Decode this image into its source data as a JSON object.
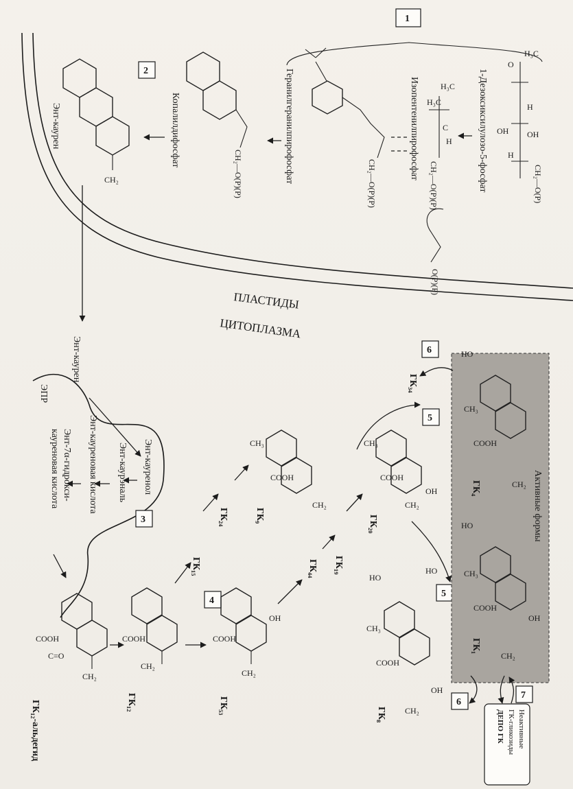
{
  "regions": {
    "plastids": "ПЛАСТИДЫ",
    "cytoplasm": "ЦИТОПЛАЗМА",
    "er": "ЭПР",
    "active_forms": "Активные формы"
  },
  "steps": [
    "1",
    "2",
    "3",
    "4",
    "5",
    "5",
    "6",
    "6",
    "7"
  ],
  "compounds": {
    "dxp": "1-Дезоксиксилулозо-5-фосфат",
    "ipp": "Изопентенилпирофосфат",
    "ggpp": "Геранилгеранилпирофосфат",
    "cpp": "Копалилдифосфат",
    "ent_kaurene_plastid": "Энт-каурен",
    "ent_kaurene_cyto": "Энт-каурен",
    "ent_kaurenol": "Энт-кауренол",
    "ent_kaurenal": "Энт-каурэналь",
    "ent_kaurenoic_acid": "Энт-кауреновая кислота",
    "hydroxy_acid_1": "Энт-7α-гидрокси-",
    "hydroxy_acid_2": "кауреновая кислота",
    "gk12_aldehyde": "ГК₁₂-альдегид",
    "gk12": "ГК₁₂",
    "gk53": "ГК₅₃",
    "gk15": "ГК₁₅",
    "gk24": "ГК₂₄",
    "gk9": "ГК₉",
    "gk44": "ГК₄₄",
    "gk19": "ГК₁₉",
    "gk20": "ГК₂₀",
    "gk4": "ГК₄",
    "gk1": "ГК₁",
    "gk34": "ГК₃₄",
    "gk8": "ГК₈"
  },
  "groups": {
    "ch2": "CH₂",
    "ch2_opp": "CH₂—O(P)(P)",
    "ch2_op": "CH₂—O(P)",
    "cooh": "COOH",
    "ch3": "CH₃",
    "oh": "OH",
    "ho": "HO",
    "h": "H",
    "c_o": "C=O",
    "h3c": "H₃C",
    "c": "C",
    "o": "O",
    "opp": "O(P)(P)"
  },
  "depot": {
    "line1": "Неактивные",
    "line2": "ГК-гликозиды",
    "line3": "ДЕПО ГК"
  }
}
